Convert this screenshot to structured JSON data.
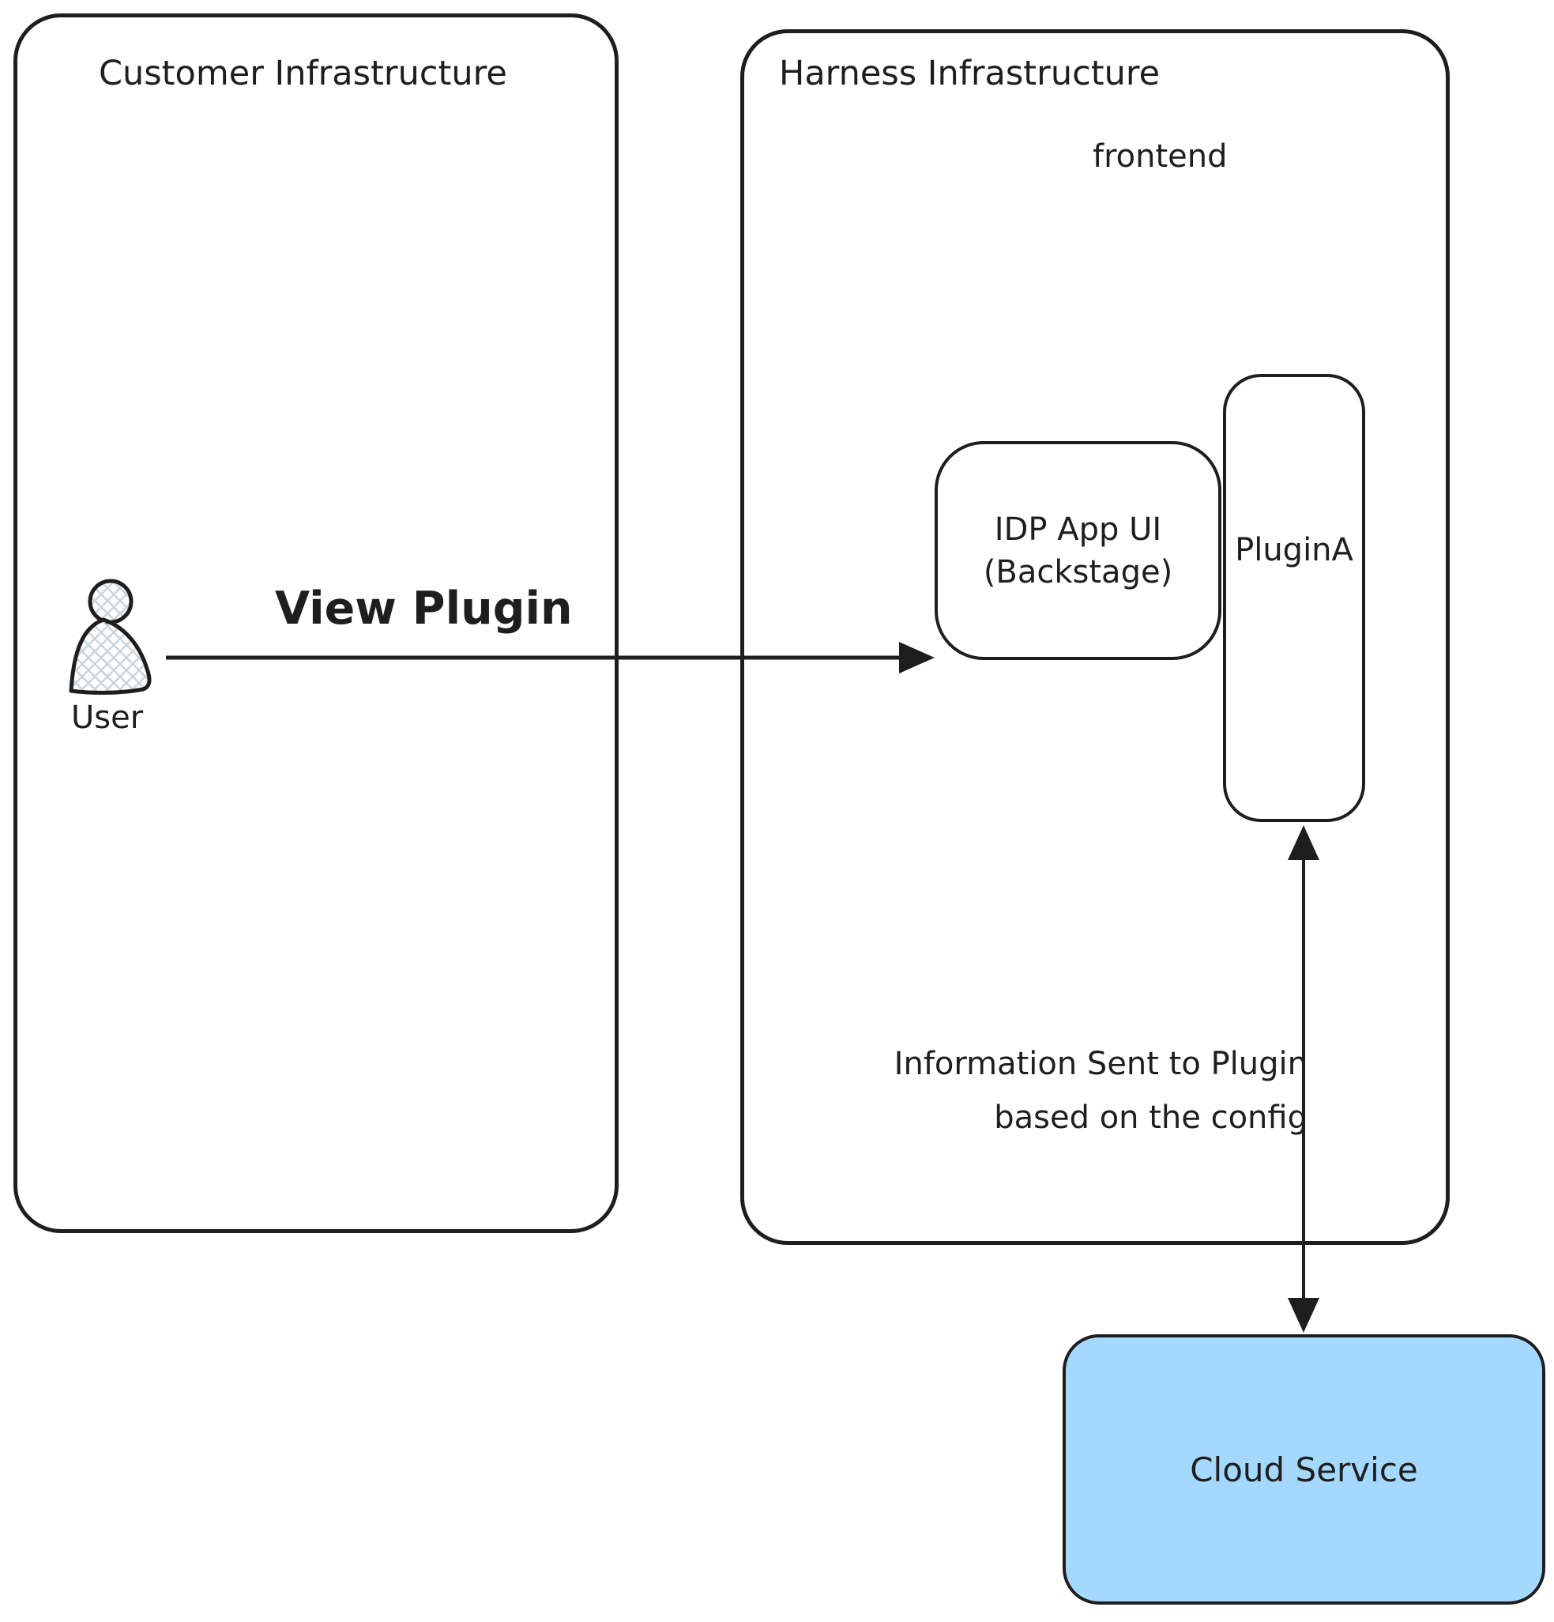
{
  "colors": {
    "stroke": "#1e1e1e",
    "text": "#1e1e1e",
    "cloud_fill": "#a5d8ff",
    "hatch": "#c9d4de"
  },
  "containers": {
    "customer": {
      "title": "Customer Infrastructure"
    },
    "harness": {
      "title": "Harness Infrastructure",
      "sublabel": "frontend"
    }
  },
  "actors": {
    "user": {
      "label": "User"
    }
  },
  "nodes": {
    "idp": {
      "label_line1": "IDP App UI",
      "label_line2": "(Backstage)"
    },
    "plugin_a": {
      "label": "PluginA"
    },
    "cloud_service": {
      "label": "Cloud Service"
    }
  },
  "edges": {
    "view_plugin": {
      "label": "View Plugin"
    },
    "info_to_plugin": {
      "label_line1": "Information Sent to Plugin",
      "label_line2": "based on the config"
    }
  }
}
